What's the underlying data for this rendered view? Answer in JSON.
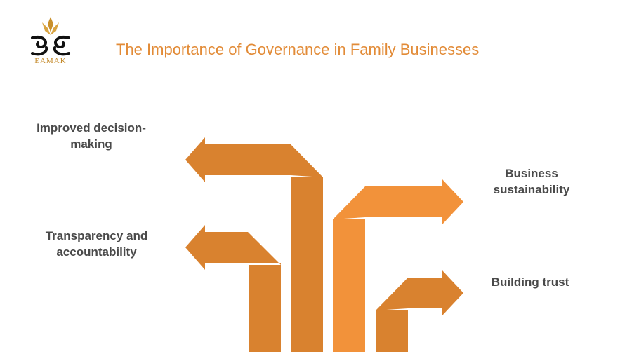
{
  "header": {
    "title": "The Importance of Governance in Family Businesses",
    "logo_text": "EAMAK"
  },
  "diagram": {
    "labels": {
      "improved_decision_making": "Improved decision-making",
      "transparency": "Transparency and accountability",
      "sustainability": "Business sustainability",
      "trust": "Building trust"
    }
  },
  "colors": {
    "title": "#e28b37",
    "arrow_dark": "#d9822f",
    "arrow_light": "#f2923a",
    "logo_gold": "#c48a2a",
    "label_text": "#4a4a4a"
  }
}
